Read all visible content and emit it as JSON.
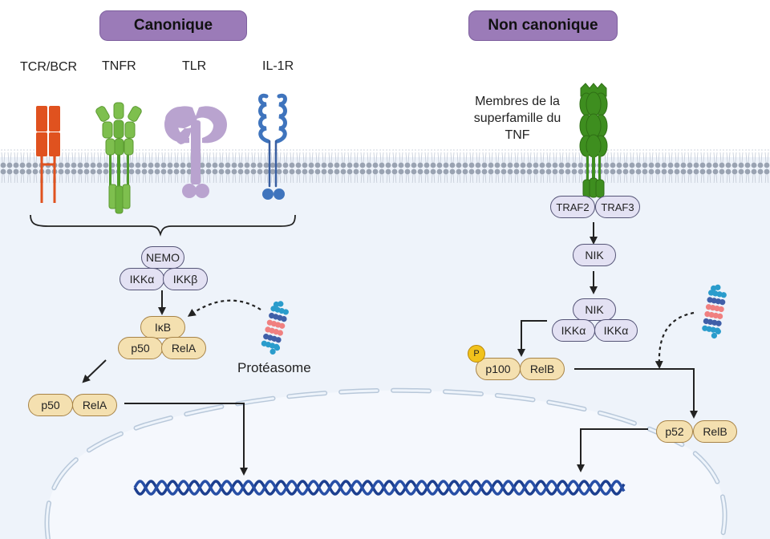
{
  "headers": {
    "canonical": "Canonique",
    "non_canonical": "Non canonique"
  },
  "receptors": {
    "tcr_bcr": "TCR/BCR",
    "tnfr": "TNFR",
    "tlr": "TLR",
    "il1r": "IL-1R",
    "tnf_superfamily": [
      "Membres de la",
      "superfamille du",
      "TNF"
    ]
  },
  "canonical_pathway": {
    "nemo": "NEMO",
    "ikk_alpha": "IKKα",
    "ikk_beta": "IKKβ",
    "ikb": "IκB",
    "p50": "p50",
    "rela": "RelA",
    "proteasome_label": "Protéasome",
    "nuclear_p50": "p50",
    "nuclear_rela": "RelA"
  },
  "non_canonical_pathway": {
    "traf2": "TRAF2",
    "traf3": "TRAF3",
    "nik": "NIK",
    "complex_nik": "NIK",
    "ikk_alpha_1": "IKKα",
    "ikk_alpha_2": "IKKα",
    "phospho": "P",
    "p100": "p100",
    "relb": "RelB",
    "p52": "p52",
    "relb_nuclear": "RelB"
  },
  "colors": {
    "header_purple": "#9b7bb8",
    "tcr_orange": "#e0521f",
    "tnfr_green": "#6db33f",
    "tlr_lilac": "#b9a3cf",
    "il1r_blue": "#3f74bd",
    "tnf_dark_green": "#3e8e1f",
    "dna_blue": "#1c3f8f",
    "proteasome_cyan": "#2a9ccc",
    "proteasome_pink": "#f08080"
  }
}
